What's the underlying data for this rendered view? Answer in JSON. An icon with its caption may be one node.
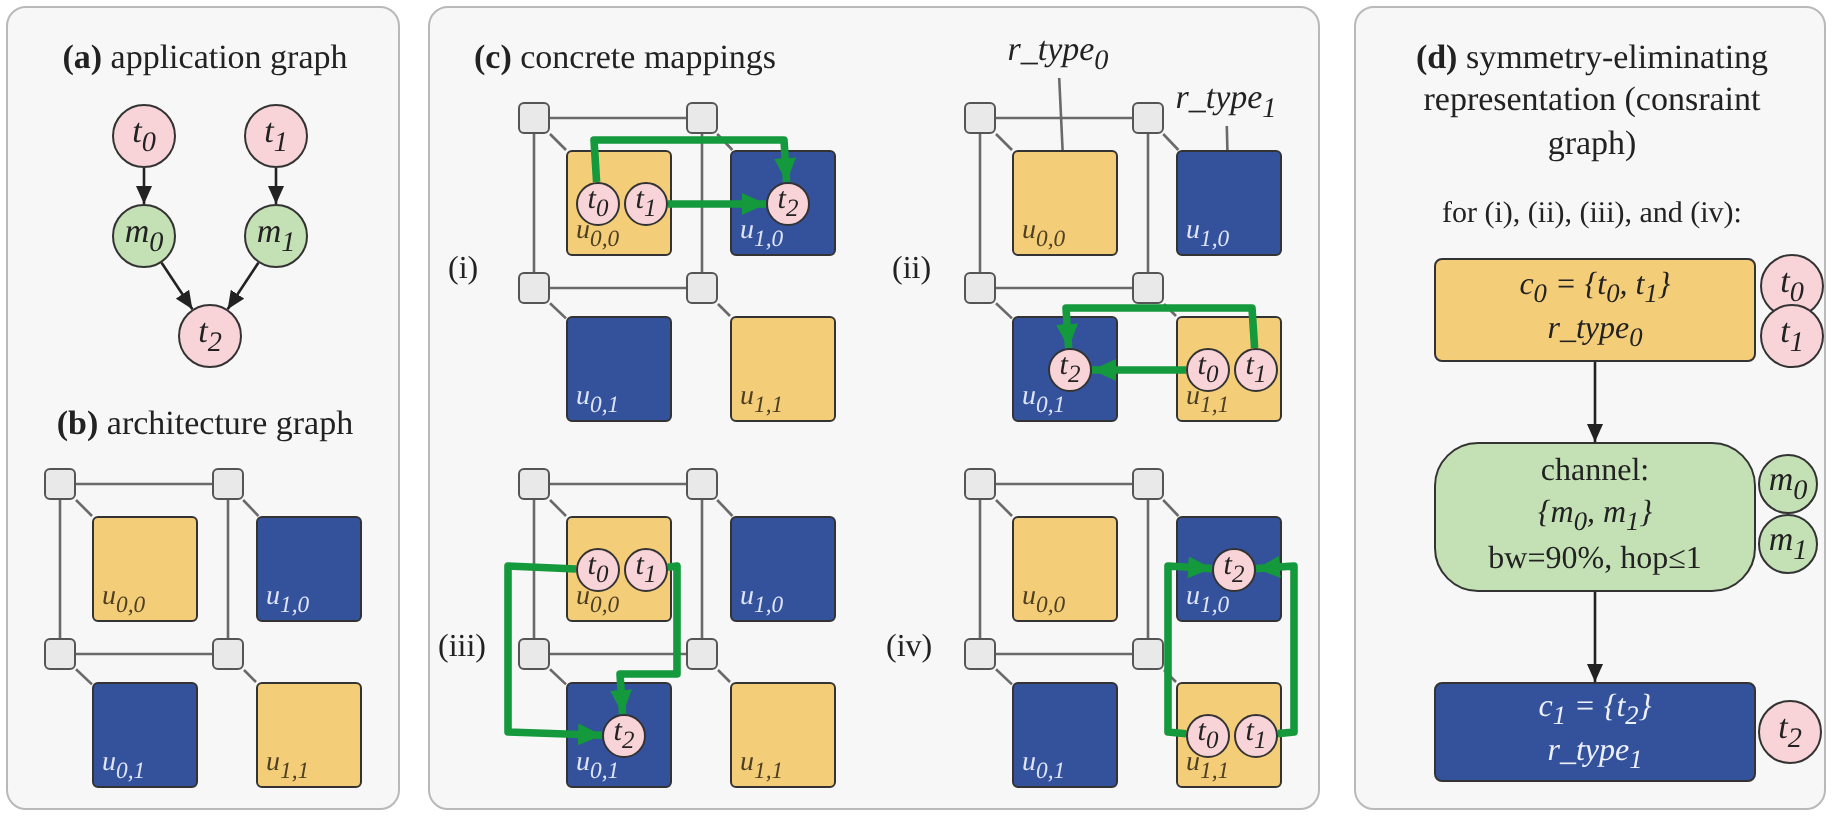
{
  "diagram": {
    "nodes": [
      {
        "text": [
          "**(a)** application graph",
          "**(b)** architecture graph"
        ]
      },
      {
        "text": [
          "t$_{0}$"
        ],
        "in": 0
      },
      {
        "text": [
          "t$_{1}$"
        ],
        "in": 0
      },
      {
        "text": [
          "m$_{0}$"
        ],
        "in": 0
      },
      {
        "text": [
          "m$_{1}$"
        ],
        "in": 0
      },
      {
        "text": [
          "t$_{2}$"
        ],
        "in": 0
      },
      {
        "text": [],
        "shape": "box",
        "in": 0
      },
      {
        "text": [],
        "shape": "box",
        "in": 0
      },
      {
        "text": [
          "u$_{0,0}$"
        ],
        "in": 0
      },
      {
        "text": [
          "u$_{1,0}$"
        ],
        "in": 0
      },
      {
        "text": [],
        "shape": "box",
        "in": 0
      },
      {
        "text": [],
        "shape": "box",
        "in": 0
      },
      {
        "text": [
          "u$_{0,1}$"
        ],
        "in": 0
      },
      {
        "text": [
          "u$_{1,1}$"
        ],
        "in": 0
      },
      {
        "text": [
          "**(c)** concrete mappings"
        ]
      },
      {
        "text": [],
        "shape": "box",
        "in": 14
      },
      {
        "text": [],
        "shape": "box",
        "in": 14
      },
      {
        "text": [
          "u$_{0,0}$"
        ],
        "in": 14
      },
      {
        "text": [
          "t$_{0}$"
        ],
        "in": 17
      },
      {
        "text": [
          "t$_{1}$"
        ],
        "in": 17
      },
      {
        "text": [
          "u$_{1,0}$"
        ],
        "in": 14
      },
      {
        "text": [
          "t$_{2}$"
        ],
        "in": 20
      },
      {
        "text": [],
        "shape": "box",
        "in": 14
      },
      {
        "text": [],
        "shape": "box",
        "in": 14
      },
      {
        "text": [
          "u$_{0,1}$"
        ],
        "in": 14
      },
      {
        "text": [
          "u$_{1,1}$"
        ],
        "in": 14
      },
      {
        "text": [
          "r_type$_{0}$"
        ],
        "in": 14
      },
      {
        "text": [
          "r_type$_{1}$"
        ],
        "in": 14
      },
      {
        "text": [],
        "shape": "box",
        "in": 14
      },
      {
        "text": [],
        "shape": "box",
        "in": 14
      },
      {
        "text": [
          "u$_{0,0}$"
        ],
        "in": 14
      },
      {
        "text": [
          "u$_{1,0}$"
        ],
        "in": 14
      },
      {
        "text": [],
        "shape": "box",
        "in": 14
      },
      {
        "text": [],
        "shape": "box",
        "in": 14
      },
      {
        "text": [
          "u$_{0,1}$"
        ],
        "in": 14
      },
      {
        "text": [
          "t$_{2}$"
        ],
        "in": 34
      },
      {
        "text": [
          "u$_{1,1}$"
        ],
        "in": 14
      },
      {
        "text": [
          "t$_{0}$"
        ],
        "in": 36
      },
      {
        "text": [
          "t$_{1}$"
        ],
        "in": 36
      },
      {
        "text": [],
        "shape": "box",
        "in": 14
      },
      {
        "text": [],
        "shape": "box",
        "in": 14
      },
      {
        "text": [
          "u$_{0,0}$"
        ],
        "in": 14
      },
      {
        "text": [
          "t$_{0}$"
        ],
        "in": 41
      },
      {
        "text": [
          "t$_{1}$"
        ],
        "in": 41
      },
      {
        "text": [
          "u$_{1,0}$"
        ],
        "in": 14
      },
      {
        "text": [],
        "shape": "box",
        "in": 14
      },
      {
        "text": [],
        "shape": "box",
        "in": 14
      },
      {
        "text": [
          "u$_{0,1}$"
        ],
        "in": 14
      },
      {
        "text": [
          "t$_{2}$"
        ],
        "in": 47
      },
      {
        "text": [
          "u$_{1,1}$"
        ],
        "in": 14
      },
      {
        "text": [],
        "shape": "box",
        "in": 14
      },
      {
        "text": [],
        "shape": "box",
        "in": 14
      },
      {
        "text": [
          "u$_{0,0}$"
        ],
        "in": 14
      },
      {
        "text": [
          "u$_{1,0}$"
        ],
        "in": 14
      },
      {
        "text": [
          "t$_{2}$"
        ],
        "in": 53
      },
      {
        "text": [],
        "shape": "box",
        "in": 14
      },
      {
        "text": [],
        "shape": "box",
        "in": 14
      },
      {
        "text": [
          "u$_{0,1}$"
        ],
        "in": 14
      },
      {
        "text": [
          "u$_{1,1}$"
        ],
        "in": 14
      },
      {
        "text": [
          "t$_{0}$"
        ],
        "in": 58
      },
      {
        "text": [
          "t$_{1}$"
        ],
        "in": 58
      },
      {
        "text": [
          "**(d)** symmetry-eliminating representation (consraint graph)",
          "for (i), (ii), (iii), and (iv):"
        ]
      },
      {
        "text": [
          "c$_{0}$ = {t$_{0}$, t$_{1}$}",
          "r_type$_{0}$"
        ],
        "in": 61
      },
      {
        "text": [
          "t$_{0}$"
        ],
        "in": 61
      },
      {
        "text": [
          "t$_{1}$"
        ],
        "in": 61
      },
      {
        "text": [
          "channel:",
          "{m$_{0}$, m$_{1}$}",
          "bw=90%, hop≤1"
        ],
        "in": 61
      },
      {
        "text": [
          "m$_{0}$"
        ],
        "in": 61
      },
      {
        "text": [
          "m$_{1}$"
        ],
        "in": 61
      },
      {
        "text": [
          "c$_{1}$ = {t$_{2}$}",
          "r_type$_{1}$"
        ],
        "in": 61
      },
      {
        "text": [
          "t$_{2}$"
        ],
        "in": 61
      }
    ],
    "edges": [
      {
        "from": 1,
        "to": 3,
        "arrow": "to",
        "color": "#222222"
      },
      {
        "from": 2,
        "to": 4,
        "arrow": "to",
        "color": "#222222"
      },
      {
        "from": 3,
        "to": 5,
        "arrow": "to",
        "color": "#222222"
      },
      {
        "from": 4,
        "to": 5,
        "arrow": "to",
        "color": "#222222"
      },
      {
        "from": 6,
        "to": 7,
        "arrow": "none"
      },
      {
        "from": 6,
        "to": 10,
        "arrow": "none"
      },
      {
        "from": 7,
        "to": 11,
        "arrow": "none"
      },
      {
        "from": 10,
        "to": 11,
        "arrow": "none"
      },
      {
        "from": 6,
        "to": 8,
        "arrow": "none"
      },
      {
        "from": 7,
        "to": 9,
        "arrow": "none"
      },
      {
        "from": 10,
        "to": 12,
        "arrow": "none"
      },
      {
        "from": 11,
        "to": 13,
        "arrow": "none"
      },
      {
        "from": 15,
        "to": 16,
        "arrow": "none"
      },
      {
        "from": 15,
        "to": 22,
        "arrow": "none"
      },
      {
        "from": 16,
        "to": 23,
        "arrow": "none"
      },
      {
        "from": 22,
        "to": 23,
        "arrow": "none"
      },
      {
        "from": 15,
        "to": 17,
        "arrow": "none"
      },
      {
        "from": 16,
        "to": 20,
        "arrow": "none"
      },
      {
        "from": 22,
        "to": 24,
        "arrow": "none"
      },
      {
        "from": 23,
        "to": 25,
        "arrow": "none"
      },
      {
        "from": 18,
        "to": 21,
        "arrow": "to",
        "style": "thick",
        "color": "#14993c"
      },
      {
        "from": 19,
        "to": 21,
        "arrow": "to",
        "style": "thick",
        "color": "#14993c"
      },
      {
        "from": 26,
        "to": 30,
        "arrow": "none"
      },
      {
        "from": 27,
        "to": 31,
        "arrow": "none"
      },
      {
        "from": 28,
        "to": 29,
        "arrow": "none"
      },
      {
        "from": 28,
        "to": 32,
        "arrow": "none"
      },
      {
        "from": 29,
        "to": 33,
        "arrow": "none"
      },
      {
        "from": 32,
        "to": 33,
        "arrow": "none"
      },
      {
        "from": 28,
        "to": 30,
        "arrow": "none"
      },
      {
        "from": 29,
        "to": 31,
        "arrow": "none"
      },
      {
        "from": 32,
        "to": 34,
        "arrow": "none"
      },
      {
        "from": 33,
        "to": 36,
        "arrow": "none"
      },
      {
        "from": 37,
        "to": 35,
        "arrow": "to",
        "style": "thick",
        "color": "#14993c"
      },
      {
        "from": 38,
        "to": 35,
        "arrow": "to",
        "style": "thick",
        "color": "#14993c"
      },
      {
        "from": 39,
        "to": 40,
        "arrow": "none"
      },
      {
        "from": 39,
        "to": 45,
        "arrow": "none"
      },
      {
        "from": 40,
        "to": 46,
        "arrow": "none"
      },
      {
        "from": 45,
        "to": 46,
        "arrow": "none"
      },
      {
        "from": 39,
        "to": 41,
        "arrow": "none"
      },
      {
        "from": 40,
        "to": 44,
        "arrow": "none"
      },
      {
        "from": 45,
        "to": 47,
        "arrow": "none"
      },
      {
        "from": 46,
        "to": 49,
        "arrow": "none"
      },
      {
        "from": 42,
        "to": 48,
        "arrow": "to",
        "style": "thick",
        "color": "#14993c"
      },
      {
        "from": 43,
        "to": 48,
        "arrow": "to",
        "style": "thick",
        "color": "#14993c"
      },
      {
        "from": 50,
        "to": 51,
        "arrow": "none"
      },
      {
        "from": 50,
        "to": 55,
        "arrow": "none"
      },
      {
        "from": 51,
        "to": 56,
        "arrow": "none"
      },
      {
        "from": 55,
        "to": 56,
        "arrow": "none"
      },
      {
        "from": 50,
        "to": 52,
        "arrow": "none"
      },
      {
        "from": 51,
        "to": 53,
        "arrow": "none"
      },
      {
        "from": 55,
        "to": 57,
        "arrow": "none"
      },
      {
        "from": 56,
        "to": 58,
        "arrow": "none"
      },
      {
        "from": 59,
        "to": 54,
        "arrow": "to",
        "style": "thick",
        "color": "#14993c"
      },
      {
        "from": 60,
        "to": 54,
        "arrow": "to",
        "style": "thick",
        "color": "#14993c"
      },
      {
        "from": 62,
        "to": 65,
        "arrow": "to",
        "color": "#222222"
      },
      {
        "from": 65,
        "to": 68,
        "arrow": "to",
        "color": "#222222"
      }
    ],
    "labels": [
      "(i)",
      "(ii)",
      "(iii)",
      "(iv)"
    ]
  }
}
